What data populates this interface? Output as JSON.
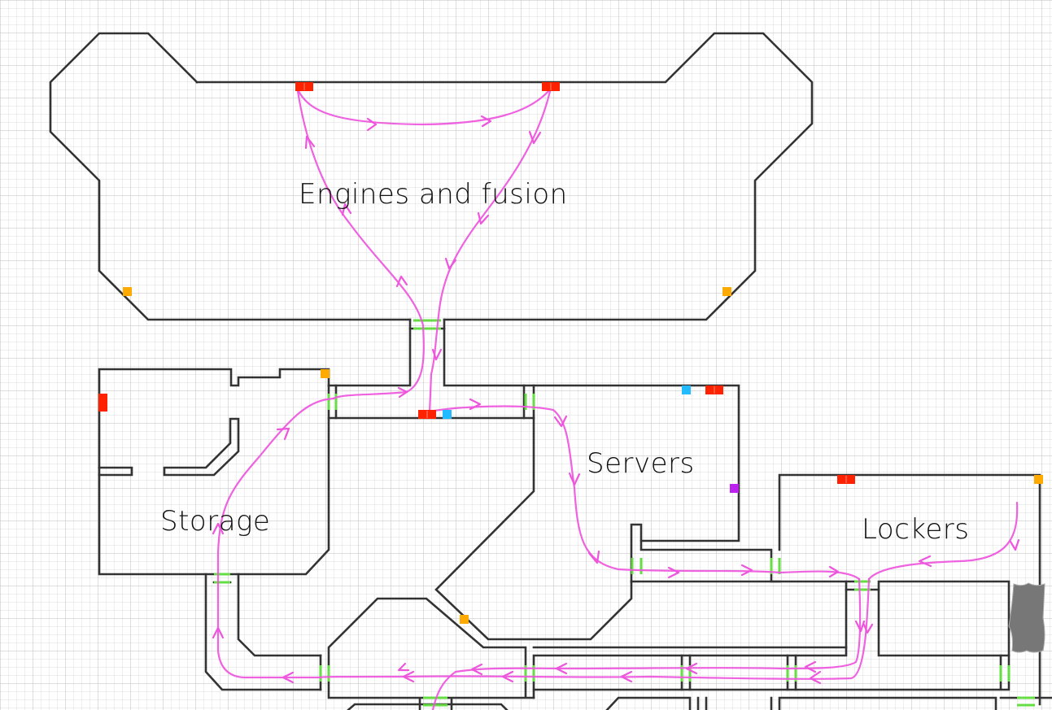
{
  "map": {
    "title": "Ship deck plan",
    "colors": {
      "background": "#ffffff",
      "grid_minor": "#dddddd",
      "grid_major": "#bbbbbb",
      "wall": "#333333",
      "door": "#66dd44",
      "route": "#ee55dd",
      "blocked_area": "#777777"
    },
    "rooms": [
      {
        "id": "engines",
        "label": "Engines and fusion"
      },
      {
        "id": "storage",
        "label": "Storage"
      },
      {
        "id": "servers",
        "label": "Servers"
      },
      {
        "id": "lockers",
        "label": "Lockers"
      }
    ],
    "marker_types": [
      {
        "type": "vent",
        "color": "#ff2200",
        "description": "red double-square marker"
      },
      {
        "type": "task",
        "color": "#ffaa00",
        "description": "orange square marker"
      },
      {
        "type": "camera",
        "color": "#22bbff",
        "description": "cyan square marker"
      },
      {
        "type": "admin",
        "color": "#bb22ee",
        "description": "purple square marker"
      }
    ],
    "markers": [
      {
        "room": "engines",
        "type": "vent"
      },
      {
        "room": "engines",
        "type": "vent"
      },
      {
        "room": "engines",
        "type": "task"
      },
      {
        "room": "engines",
        "type": "task"
      },
      {
        "room": "storage",
        "type": "vent"
      },
      {
        "room": "storage",
        "type": "task"
      },
      {
        "room": "corridor",
        "type": "vent"
      },
      {
        "room": "corridor",
        "type": "camera"
      },
      {
        "room": "servers",
        "type": "camera"
      },
      {
        "room": "servers",
        "type": "vent"
      },
      {
        "room": "servers",
        "type": "admin"
      },
      {
        "room": "lockers",
        "type": "vent"
      },
      {
        "room": "lockers",
        "type": "task"
      },
      {
        "room": "corridor",
        "type": "task"
      }
    ],
    "blocked_areas": [
      {
        "name": "debris",
        "description": "grey irregular blocked area east of lockers corridor"
      }
    ]
  }
}
